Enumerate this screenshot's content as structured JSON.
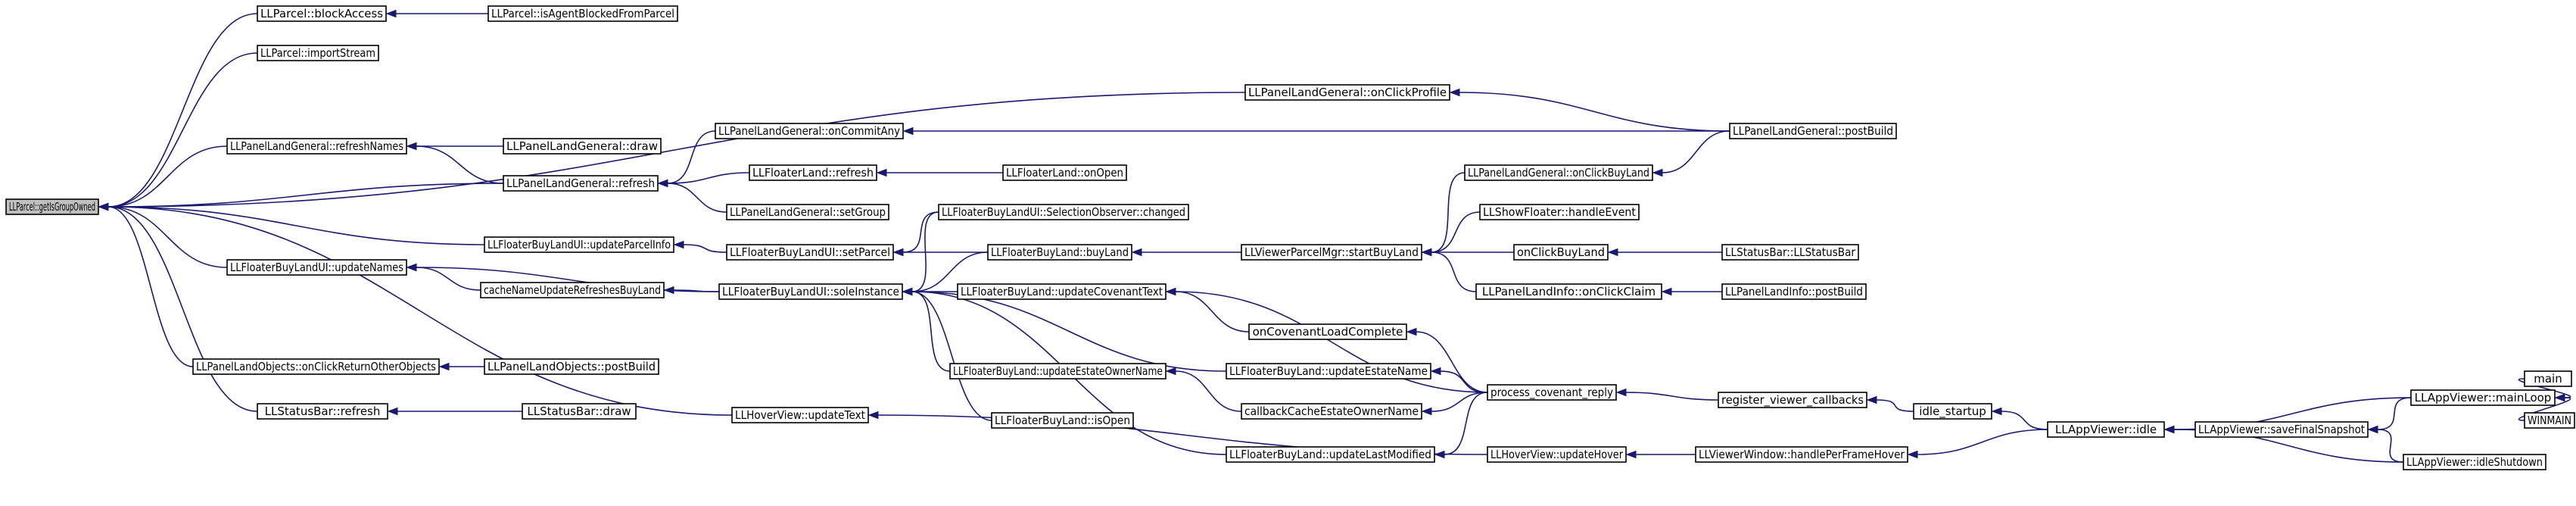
{
  "graph": {
    "root": "LLParcel::getIsGroupOwned",
    "nodes": [
      {
        "id": "root",
        "label": "LLParcel::getIsGroupOwned",
        "root": true
      },
      {
        "id": "blockAccess",
        "label": "LLParcel::blockAccess"
      },
      {
        "id": "isAgentBlocked",
        "label": "LLParcel::isAgentBlockedFromParcel"
      },
      {
        "id": "importStream",
        "label": "LLParcel::importStream"
      },
      {
        "id": "onClickProfile",
        "label": "LLPanelLandGeneral::onClickProfile"
      },
      {
        "id": "postBuildGen",
        "label": "LLPanelLandGeneral::postBuild"
      },
      {
        "id": "onCommitAny",
        "label": "LLPanelLandGeneral::onCommitAny"
      },
      {
        "id": "refreshNames",
        "label": "LLPanelLandGeneral::refreshNames"
      },
      {
        "id": "drawGen",
        "label": "LLPanelLandGeneral::draw"
      },
      {
        "id": "refreshGen",
        "label": "LLPanelLandGeneral::refresh"
      },
      {
        "id": "flRefresh",
        "label": "LLFloaterLand::refresh"
      },
      {
        "id": "flOnOpen",
        "label": "LLFloaterLand::onOpen"
      },
      {
        "id": "setGroup",
        "label": "LLPanelLandGeneral::setGroup"
      },
      {
        "id": "onClickBuyLandGen",
        "label": "LLPanelLandGeneral::onClickBuyLand"
      },
      {
        "id": "updateParcelInfo",
        "label": "LLFloaterBuyLandUI::updateParcelInfo"
      },
      {
        "id": "setParcel",
        "label": "LLFloaterBuyLandUI::setParcel"
      },
      {
        "id": "selObsChanged",
        "label": "LLFloaterBuyLandUI::SelectionObserver::changed"
      },
      {
        "id": "showFloater",
        "label": "LLShowFloater::handleEvent"
      },
      {
        "id": "updateNames",
        "label": "LLFloaterBuyLandUI::updateNames"
      },
      {
        "id": "buyLand",
        "label": "LLFloaterBuyLand::buyLand"
      },
      {
        "id": "startBuyLand",
        "label": "LLViewerParcelMgr::startBuyLand"
      },
      {
        "id": "onClickBuyLand",
        "label": "onClickBuyLand"
      },
      {
        "id": "statusBarCtor",
        "label": "LLStatusBar::LLStatusBar"
      },
      {
        "id": "cacheNameUpdate",
        "label": "cacheNameUpdateRefreshesBuyLand"
      },
      {
        "id": "soleInstance",
        "label": "LLFloaterBuyLandUI::soleInstance"
      },
      {
        "id": "updateCovenantText",
        "label": "LLFloaterBuyLand::updateCovenantText"
      },
      {
        "id": "onClickClaim",
        "label": "LLPanelLandInfo::onClickClaim"
      },
      {
        "id": "landInfoPostBuild",
        "label": "LLPanelLandInfo::postBuild"
      },
      {
        "id": "onCovenantLoad",
        "label": "onCovenantLoadComplete"
      },
      {
        "id": "returnOther",
        "label": "LLPanelLandObjects::onClickReturnOtherObjects"
      },
      {
        "id": "landObjPostBuild",
        "label": "LLPanelLandObjects::postBuild"
      },
      {
        "id": "updateEstateOwner",
        "label": "LLFloaterBuyLand::updateEstateOwnerName"
      },
      {
        "id": "updateEstateName",
        "label": "LLFloaterBuyLand::updateEstateName"
      },
      {
        "id": "processCovenant",
        "label": "process_covenant_reply"
      },
      {
        "id": "registerCallbacks",
        "label": "register_viewer_callbacks"
      },
      {
        "id": "idleStartup",
        "label": "idle_startup"
      },
      {
        "id": "sbRefresh",
        "label": "LLStatusBar::refresh"
      },
      {
        "id": "sbDraw",
        "label": "LLStatusBar::draw"
      },
      {
        "id": "cacheEstateOwner",
        "label": "callbackCacheEstateOwnerName"
      },
      {
        "id": "hvUpdateText",
        "label": "LLHoverView::updateText"
      },
      {
        "id": "isOpen",
        "label": "LLFloaterBuyLand::isOpen"
      },
      {
        "id": "appIdle",
        "label": "LLAppViewer::idle"
      },
      {
        "id": "saveSnapshot",
        "label": "LLAppViewer::saveFinalSnapshot"
      },
      {
        "id": "mainLoop",
        "label": "LLAppViewer::mainLoop"
      },
      {
        "id": "main",
        "label": "main"
      },
      {
        "id": "winmain",
        "label": "WINMAIN"
      },
      {
        "id": "updateLastModified",
        "label": "LLFloaterBuyLand::updateLastModified"
      },
      {
        "id": "hvUpdateHover",
        "label": "LLHoverView::updateHover"
      },
      {
        "id": "perFrameHover",
        "label": "LLViewerWindow::handlePerFrameHover"
      },
      {
        "id": "idleShutdown",
        "label": "LLAppViewer::idleShutdown"
      }
    ]
  }
}
